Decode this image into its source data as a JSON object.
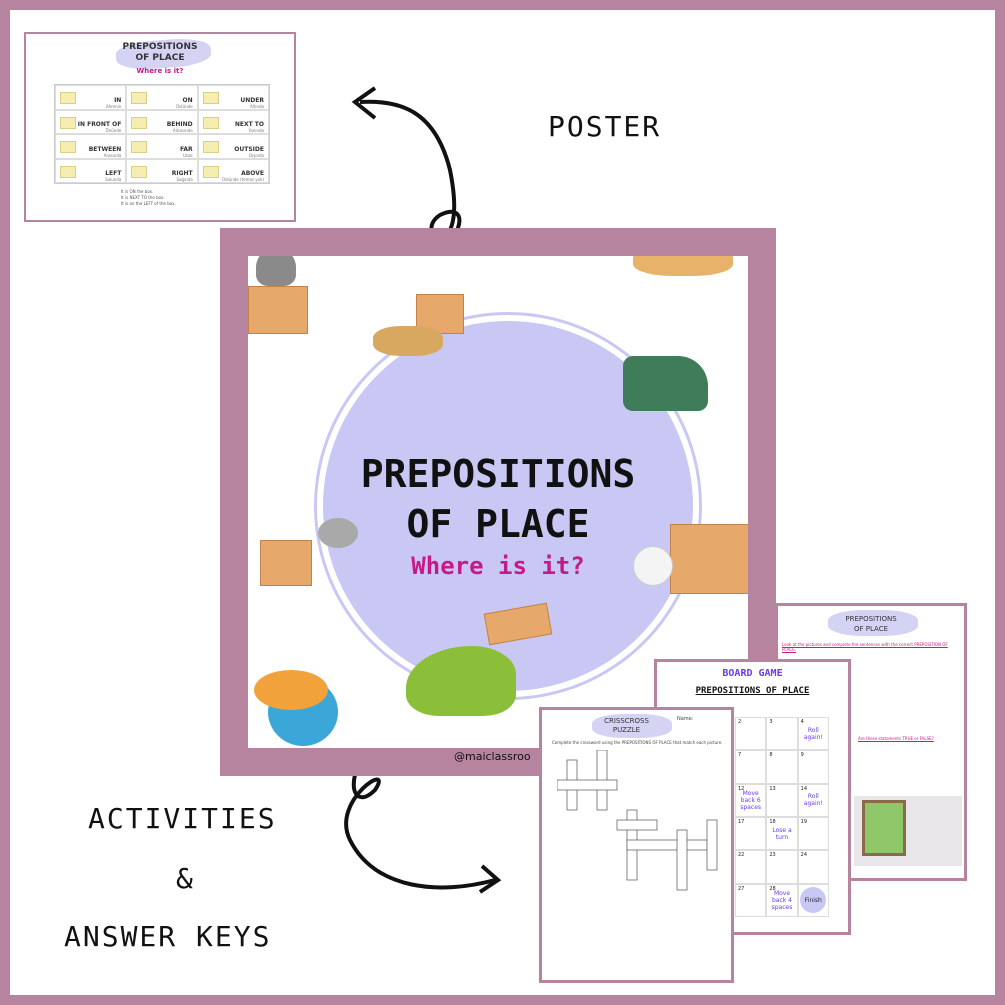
{
  "poster": {
    "title_line1": "PREPOSITIONS",
    "title_line2": "OF PLACE",
    "subtitle": "Where is it?",
    "cells": [
      {
        "en": "IN",
        "tr": "Ahrenin"
      },
      {
        "en": "ON",
        "tr": "Üstünde"
      },
      {
        "en": "UNDER",
        "tr": "Altında"
      },
      {
        "en": "IN FRONT OF",
        "tr": "Önünde"
      },
      {
        "en": "BEHIND",
        "tr": "Arkasında"
      },
      {
        "en": "NEXT TO",
        "tr": "Yanında"
      },
      {
        "en": "BETWEEN",
        "tr": "Arasında"
      },
      {
        "en": "FAR",
        "tr": "Uzak"
      },
      {
        "en": "OUTSIDE",
        "tr": "Dışında"
      },
      {
        "en": "LEFT",
        "tr": "Solunda"
      },
      {
        "en": "RIGHT",
        "tr": "Sağında"
      },
      {
        "en": "ABOVE",
        "tr": "Üstünde (temas yok)"
      }
    ],
    "notes": [
      "It is ON the box.",
      "It is NEXT TO the box.",
      "It is on the LEFT of the box."
    ]
  },
  "labels": {
    "poster": "POSTER",
    "activities": "ACTIVITIES",
    "amp": "&",
    "answer_keys": "ANSWER KEYS"
  },
  "cover": {
    "title_line1": "PREPOSITIONS",
    "title_line2": "OF PLACE",
    "subtitle": "Where is it?",
    "handle": "@maiclassroo"
  },
  "worksheet": {
    "title_line1": "PREPOSITIONS",
    "title_line2": "OF PLACE",
    "instruction": "Look at the pictures and complete the sentences with the correct PREPOSITION OF PLACE.",
    "section2": "Are these statements TRUE or FALSE?"
  },
  "board_game": {
    "title": "BOARD GAME",
    "subtitle": "PREPOSITIONS OF PLACE",
    "cells": [
      {
        "n": "2",
        "t": ""
      },
      {
        "n": "3",
        "t": ""
      },
      {
        "n": "4",
        "t": "Roll again!"
      },
      {
        "n": "7",
        "t": ""
      },
      {
        "n": "8",
        "t": ""
      },
      {
        "n": "9",
        "t": ""
      },
      {
        "n": "12",
        "t": "Move back 6 spaces"
      },
      {
        "n": "13",
        "t": ""
      },
      {
        "n": "14",
        "t": "Roll again!"
      },
      {
        "n": "17",
        "t": ""
      },
      {
        "n": "18",
        "t": "Lose a turn"
      },
      {
        "n": "19",
        "t": ""
      },
      {
        "n": "22",
        "t": ""
      },
      {
        "n": "23",
        "t": ""
      },
      {
        "n": "24",
        "t": ""
      },
      {
        "n": "27",
        "t": ""
      },
      {
        "n": "28",
        "t": "Move back 4 spaces"
      },
      {
        "n": "",
        "t": "Finish"
      }
    ]
  },
  "crossword": {
    "title_line1": "CRISSCROSS",
    "title_line2": "PUZZLE",
    "name_label": "Name:",
    "instruction": "Complete the crossword using the PREPOSITIONS OF PLACE that match each picture."
  },
  "colors": {
    "frame": "#b7849f",
    "circle": "#c9c8f4",
    "magenta": "#c8198a",
    "purple": "#6a3cf0"
  }
}
